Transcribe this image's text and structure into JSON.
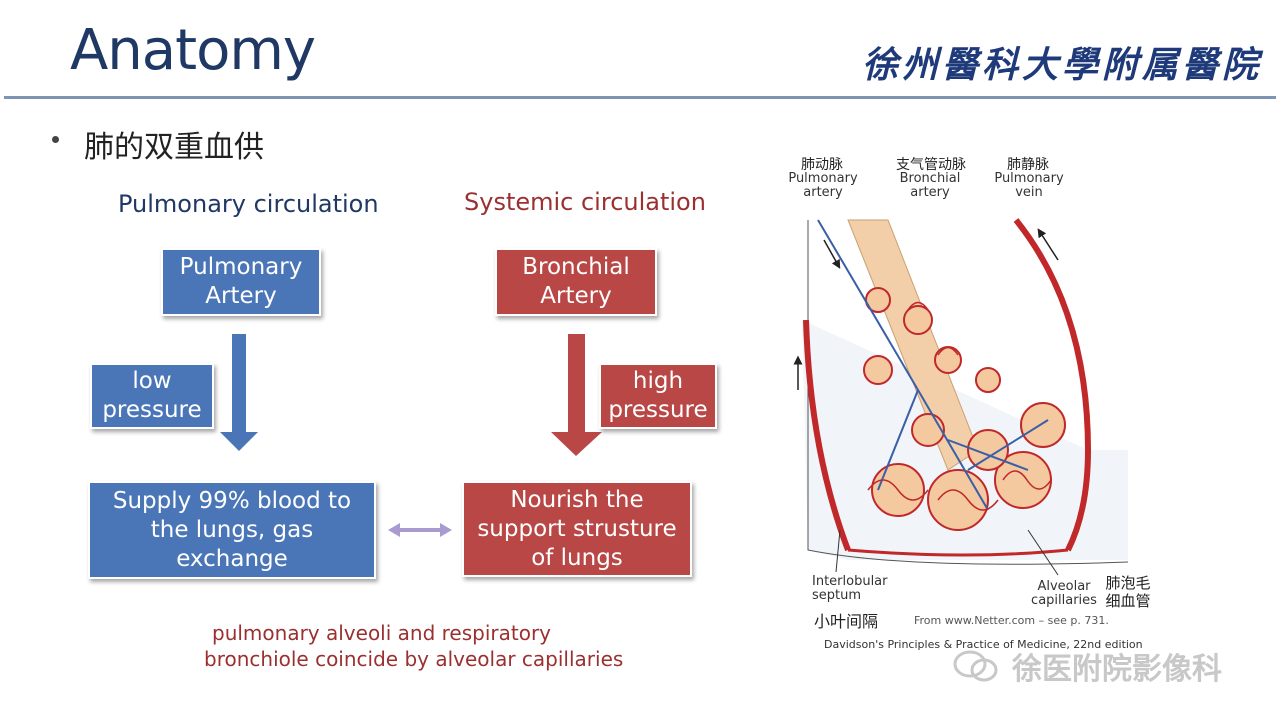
{
  "header": {
    "title": "Anatomy",
    "logo_text": "徐州醫科大學附属醫院"
  },
  "bullet": {
    "text": "肺的双重血供"
  },
  "pulmonary": {
    "heading": "Pulmonary circulation",
    "artery_line1": "Pulmonary",
    "artery_line2": "Artery",
    "pressure_line1": "low",
    "pressure_line2": "pressure",
    "result_line1": "Supply 99% blood to",
    "result_line2": "the lungs, gas",
    "result_line3": "exchange"
  },
  "systemic": {
    "heading": "Systemic circulation",
    "artery_line1": "Bronchial",
    "artery_line2": "Artery",
    "pressure_line1": "high",
    "pressure_line2": "pressure",
    "result_line1": "Nourish the",
    "result_line2": "support strusture",
    "result_line3": "of lungs"
  },
  "footnote": {
    "line1": "pulmonary alveoli and respiratory",
    "line2": "bronchiole coincide by alveolar capillaries"
  },
  "illustration": {
    "pa_cn": "肺动脉",
    "pa_en1": "Pulmonary",
    "pa_en2": "artery",
    "ba_cn": "支气管动脉",
    "ba_en1": "Bronchial",
    "ba_en2": "artery",
    "pv_cn": "肺静脉",
    "pv_en1": "Pulmonary",
    "pv_en2": "vein",
    "septum_en1": "Interlobular",
    "septum_en2": "septum",
    "septum_cn": "小叶间隔",
    "cap_en1": "Alveolar",
    "cap_en2": "capillaries",
    "cap_cn1": "肺泡毛",
    "cap_cn2": "细血管",
    "source": "From www.Netter.com – see p. 731.",
    "citation": "Davidson's Principles & Practice of Medicine, 22nd edition"
  },
  "watermark": "徐医附院影像科",
  "colors": {
    "blue": "#4a76b8",
    "red": "#b84746",
    "title": "#1f3864",
    "accent_red_text": "#9b3030",
    "double_arrow": "#a99bd0"
  }
}
